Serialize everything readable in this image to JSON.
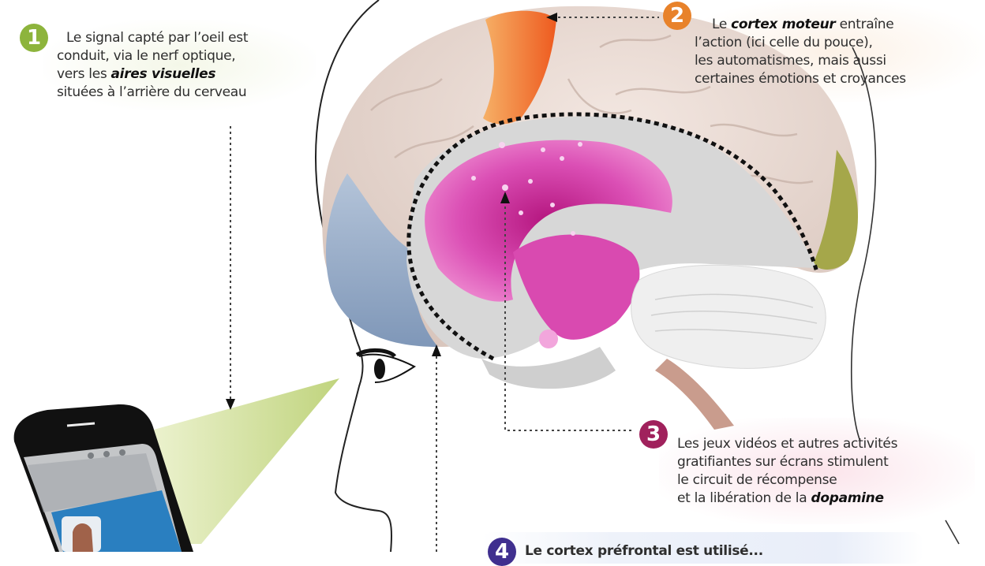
{
  "colors": {
    "step1": "#8db43c",
    "step2": "#e8822a",
    "step3": "#a0215c",
    "step4": "#3f2f8f",
    "reward_circuit": "#d63fb0",
    "motor_cortex": "#f07a2e",
    "visual_cortex": "#8fa6c4",
    "cortex": "#e6d7cf",
    "gaze_cone": "#c8d98c"
  },
  "steps": [
    {
      "number": "1",
      "lines": [
        "Le signal capté par l’oeil est",
        "conduit, via le nerf optique,",
        "vers les ",
        "situées à l’arrière du cerveau"
      ],
      "emphasis": "aires visuelles"
    },
    {
      "number": "2",
      "prefix": "Le ",
      "emphasis": "cortex moteur",
      "lines": [
        " entraîne",
        "l’action (ici celle du pouce),",
        "les automatismes, mais aussi",
        "certaines émotions et croyances"
      ]
    },
    {
      "number": "3",
      "lines": [
        "Les jeux vidéos et autres activités",
        "gratifiantes sur écrans stimulent",
        "le circuit de récompense",
        "et la libération de la "
      ],
      "emphasis": "dopamine"
    },
    {
      "number": "4",
      "partial_text": "Le cortex préfrontal est utilisé..."
    }
  ],
  "icons": {
    "phone": "smartphone-icon",
    "eye": "eye-icon",
    "brain": "brain-illustration",
    "head": "head-profile-outline"
  }
}
